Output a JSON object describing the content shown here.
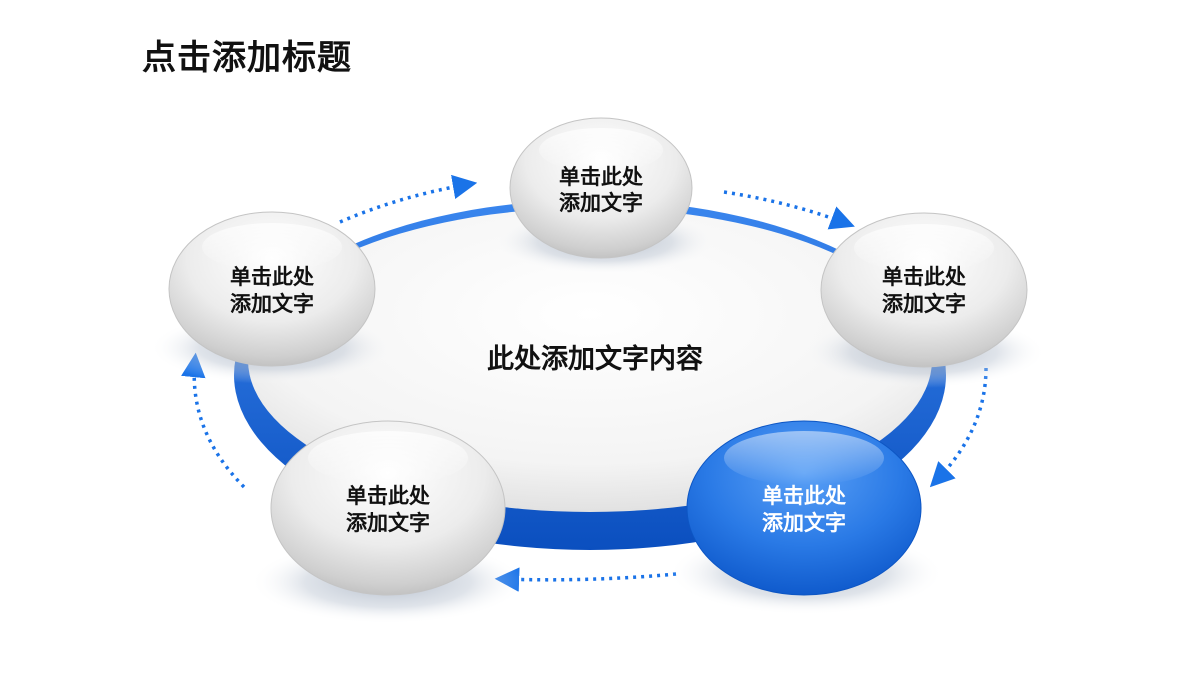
{
  "slide": {
    "title": "点击添加标题",
    "center_text": "此处添加文字内容"
  },
  "nodes": [
    {
      "id": "top",
      "line1": "单击此处",
      "line2": "添加文字",
      "highlight": false
    },
    {
      "id": "right",
      "line1": "单击此处",
      "line2": "添加文字",
      "highlight": false
    },
    {
      "id": "bottom-right",
      "line1": "单击此处",
      "line2": "添加文字",
      "highlight": true
    },
    {
      "id": "bottom-left",
      "line1": "单击此处",
      "line2": "添加文字",
      "highlight": false
    },
    {
      "id": "left",
      "line1": "单击此处",
      "line2": "添加文字",
      "highlight": false
    }
  ],
  "colors": {
    "accent": "#1565d8",
    "highlight_text": "#ffffff",
    "node_text": "#111111"
  }
}
